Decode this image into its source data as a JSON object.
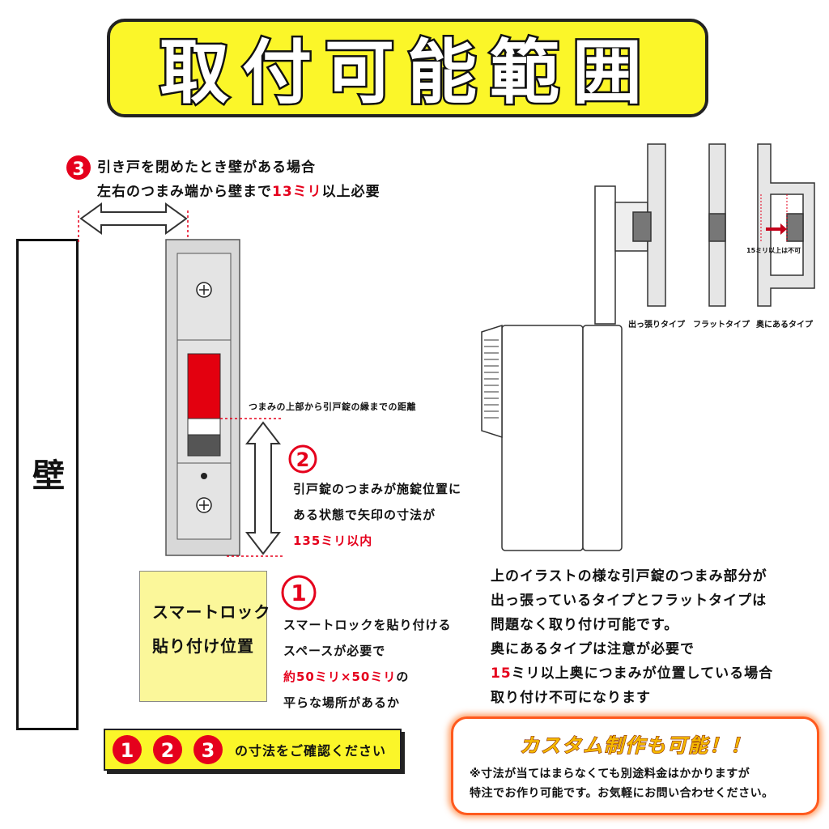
{
  "title": "取付可能範囲",
  "wall_label": "壁",
  "item3": {
    "number": "3",
    "line1": "引き戸を閉めたとき壁がある場合",
    "line2_pre": "左右のつまみ端から壁まで",
    "line2_red": "13ミリ",
    "line2_post": "以上必要"
  },
  "knob_distance_caption": "つまみの上部から引戸錠の縁までの距離",
  "item2": {
    "number": "2",
    "line1": "引戸錠のつまみが施錠位置に",
    "line2": "ある状態で矢印の寸法が",
    "line3_red": "135ミリ以内"
  },
  "item1": {
    "number": "1",
    "line1": "スマートロックを貼り付ける",
    "line2": "スペースが必要で",
    "line3_red": "約50ミリ×50ミリ",
    "line3_post": "の",
    "line4": "平らな場所があるか"
  },
  "sticky": {
    "line1": "スマートロック",
    "line2": "貼り付け位置"
  },
  "confirm": {
    "n1": "1",
    "n2": "2",
    "n3": "3",
    "text": "の寸法をご確認ください"
  },
  "types": {
    "protruding": "出っ張りタイプ",
    "flat": "フラットタイプ",
    "recessed": "奥にあるタイプ",
    "recessed_note": "15ミリ以上は不可"
  },
  "description": {
    "line1": "上のイラストの様な引戸錠のつまみ部分が",
    "line2": "出っ張っているタイプとフラットタイプは",
    "line3": "問題なく取り付け可能です。",
    "line4": "奥にあるタイプは注意が必要で",
    "line5_red": "15",
    "line5_post": "ミリ以上奥につまみが位置している場合",
    "line6": "取り付け不可になります"
  },
  "custom": {
    "heading": "カスタム制作も可能！！",
    "line1": "※寸法が当てはまらなくても別途料金はかかりますが",
    "line2": "特注でお作り可能です。お気軽にお問い合わせください。"
  },
  "colors": {
    "title_bg": "#fbf629",
    "accent_red": "#e5001c",
    "sticky_bg": "#fbf79a",
    "custom_border": "#ff5a1e",
    "custom_heading": "#f5b800"
  }
}
